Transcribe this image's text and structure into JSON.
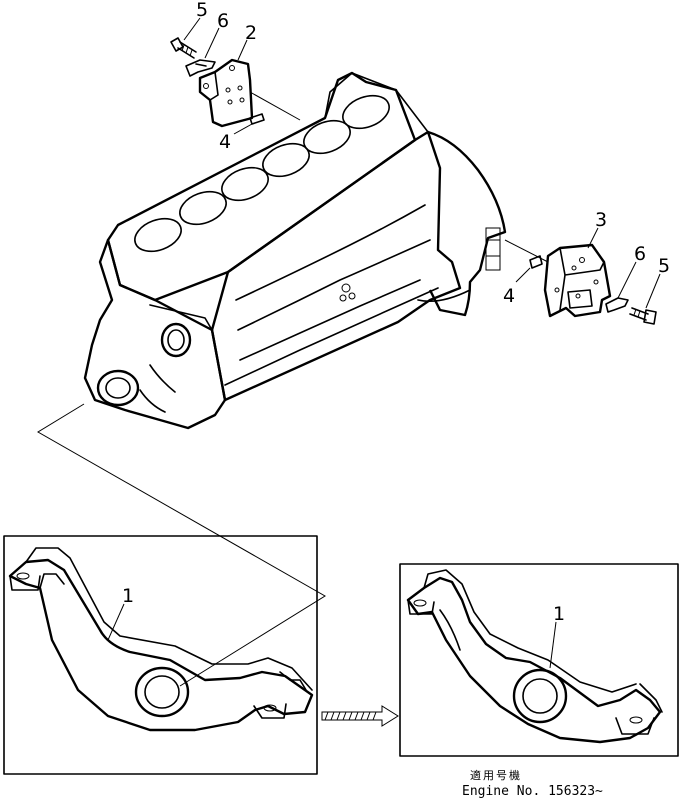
{
  "diagram": {
    "callouts": {
      "engine_mount_bracket": "1",
      "engine_mount_bracket_new": "1",
      "front_bracket": "2",
      "rear_bracket": "3",
      "dowel_pin_front": "4",
      "dowel_pin_rear": "4",
      "bolt_front": "5",
      "bolt_rear": "5",
      "lock_plate_front": "6",
      "lock_plate_rear": "6"
    },
    "serial_note": {
      "heading": "適用号機",
      "text": "Engine  No. 156323~"
    }
  }
}
